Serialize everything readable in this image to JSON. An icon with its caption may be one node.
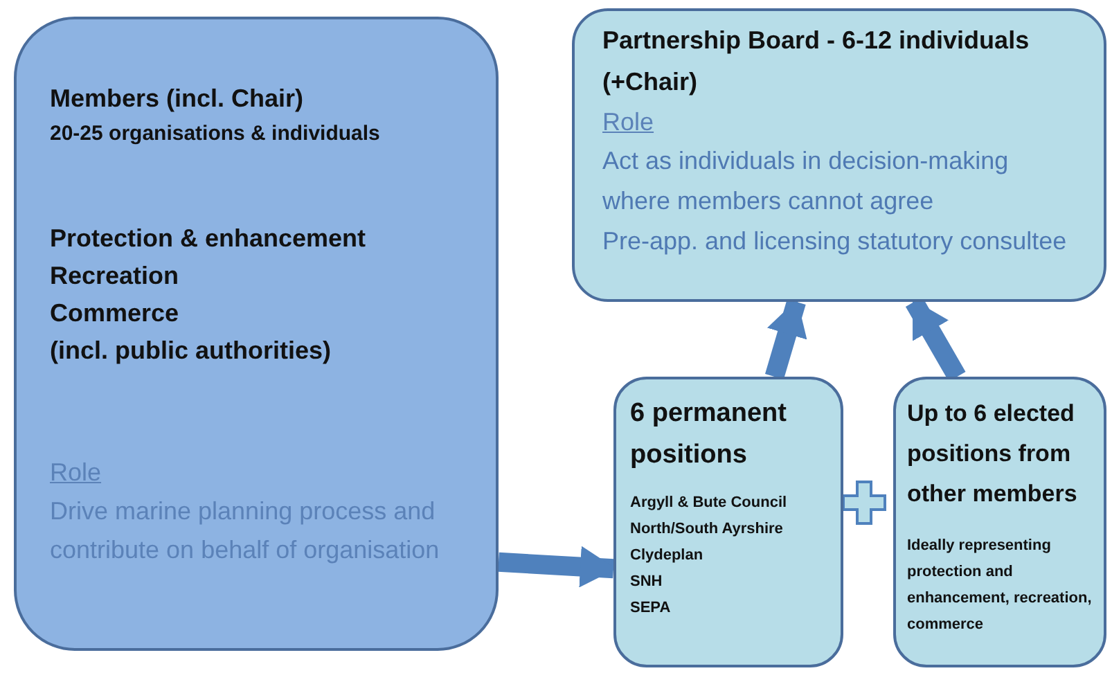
{
  "diagram": {
    "nodes": [
      {
        "text": [
          "Members (incl. Chair)",
          "20-25 organisations & individuals",
          "Protection & enhancement",
          "Recreation",
          "Commerce",
          "(incl. public authorities)",
          "Role",
          "Drive marine planning process and contribute on behalf of organisation"
        ]
      },
      {
        "text": [
          "Partnership Board - 6-12 individuals (+Chair)",
          "Role",
          "Act as individuals in decision-making where members cannot agree",
          "Pre-app. and licensing statutory consultee"
        ]
      },
      {
        "text": [
          "6 permanent positions",
          "Argyll & Bute Council",
          "North/South Ayrshire",
          "Clydeplan",
          "SNH",
          "SEPA"
        ]
      },
      {
        "text": [
          "Up to 6 elected positions from other members",
          "Ideally representing protection and enhancement, recreation, commerce"
        ]
      }
    ],
    "edges": [
      {
        "from": 0,
        "to": 2,
        "arrow": "to"
      },
      {
        "from": 2,
        "to": 1,
        "arrow": "to"
      },
      {
        "from": 3,
        "to": 1,
        "arrow": "to"
      }
    ]
  }
}
